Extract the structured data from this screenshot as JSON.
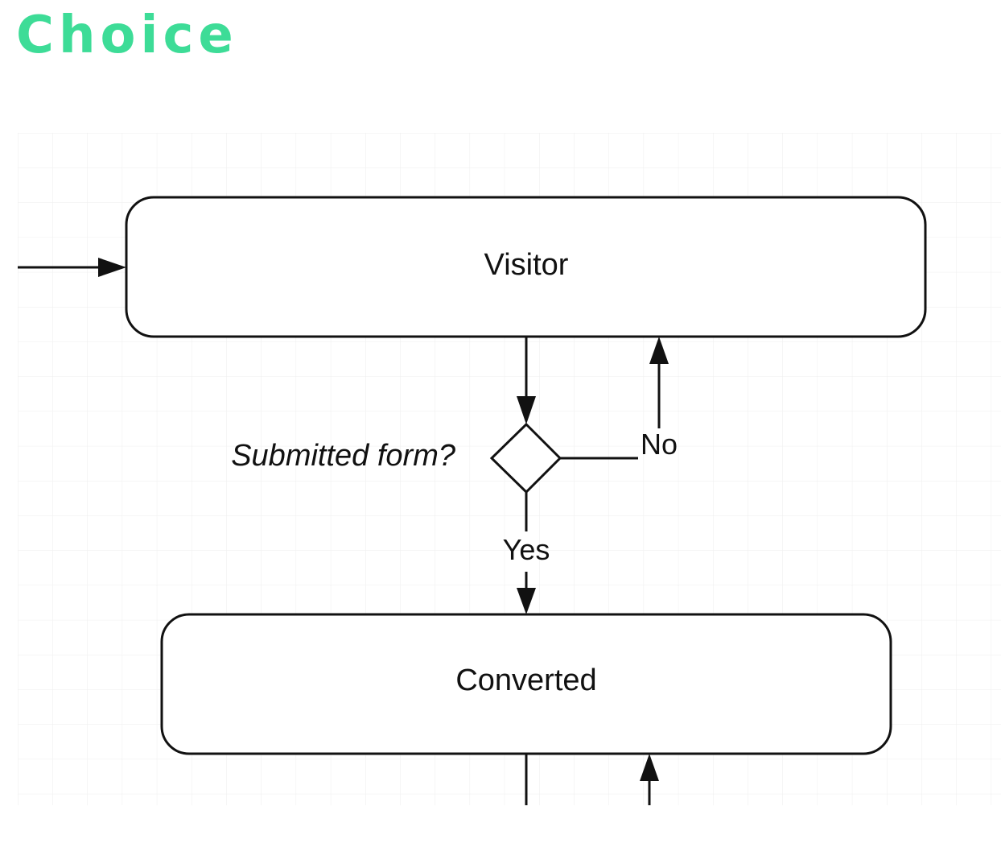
{
  "title": "Choice",
  "colors": {
    "title": "#3ddc97",
    "stroke": "#111111",
    "grid": "#ececec",
    "background": "#ffffff"
  },
  "diagram": {
    "type": "state-flowchart",
    "nodes": {
      "visitor": {
        "label": "Visitor",
        "shape": "rounded-rectangle"
      },
      "decision": {
        "label": "Submitted form?",
        "shape": "diamond"
      },
      "converted": {
        "label": "Converted",
        "shape": "rounded-rectangle"
      }
    },
    "edges": {
      "yes": {
        "from": "decision",
        "to": "converted",
        "label": "Yes"
      },
      "no": {
        "from": "decision",
        "to": "visitor",
        "label": "No"
      }
    }
  }
}
